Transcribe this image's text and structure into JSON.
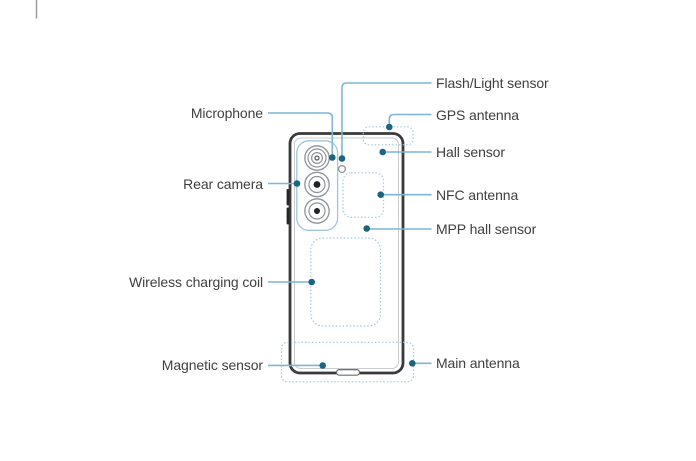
{
  "diagram": {
    "subject": "phone-back-component-callouts",
    "labels": {
      "microphone": "Microphone",
      "rear_camera": "Rear camera",
      "wireless_charging_coil": "Wireless charging coil",
      "magnetic_sensor": "Magnetic sensor",
      "flash_light_sensor": "Flash/Light sensor",
      "gps_antenna": "GPS antenna",
      "hall_sensor": "Hall sensor",
      "nfc_antenna": "NFC antenna",
      "mpp_hall_sensor": "MPP hall sensor",
      "main_antenna": "Main antenna"
    },
    "colors": {
      "background": "#FFFFFF",
      "leader_line": "#7FB5D5",
      "callout_dot": "#1A6582",
      "dotted_region_outline": "#9FC6DC",
      "phone_outline": "#3A3A3C",
      "camera_ring": "#8E9499",
      "label_text": "#3F3F41"
    }
  }
}
